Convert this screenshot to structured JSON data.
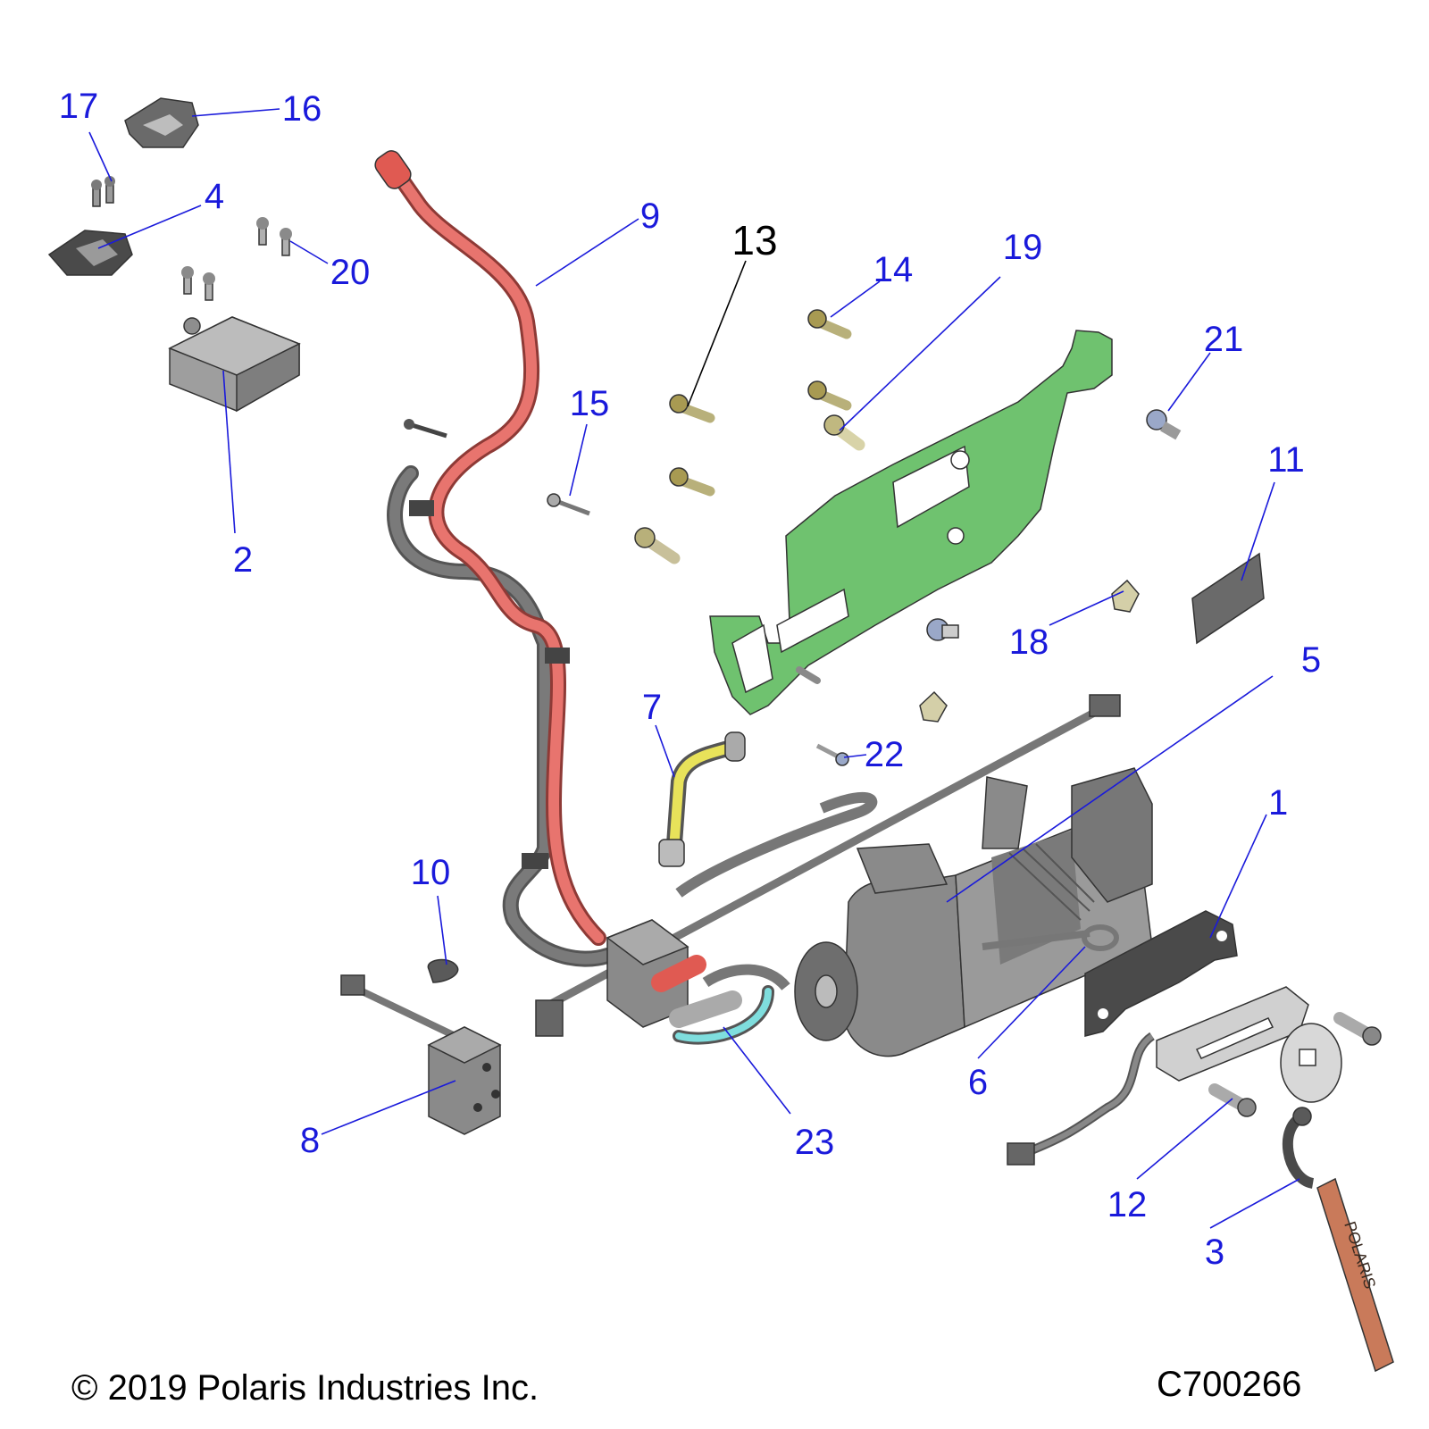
{
  "diagram": {
    "callouts": [
      {
        "id": "1",
        "label": "1"
      },
      {
        "id": "2",
        "label": "2"
      },
      {
        "id": "3",
        "label": "3"
      },
      {
        "id": "4",
        "label": "4"
      },
      {
        "id": "5",
        "label": "5"
      },
      {
        "id": "6",
        "label": "6"
      },
      {
        "id": "7",
        "label": "7"
      },
      {
        "id": "8",
        "label": "8"
      },
      {
        "id": "9",
        "label": "9"
      },
      {
        "id": "10",
        "label": "10"
      },
      {
        "id": "11",
        "label": "11"
      },
      {
        "id": "12",
        "label": "12"
      },
      {
        "id": "13",
        "label": "13"
      },
      {
        "id": "14",
        "label": "14"
      },
      {
        "id": "15",
        "label": "15"
      },
      {
        "id": "16",
        "label": "16"
      },
      {
        "id": "17",
        "label": "17"
      },
      {
        "id": "18",
        "label": "18"
      },
      {
        "id": "19",
        "label": "19"
      },
      {
        "id": "20",
        "label": "20"
      },
      {
        "id": "21",
        "label": "21"
      },
      {
        "id": "22",
        "label": "22"
      },
      {
        "id": "23",
        "label": "23"
      }
    ],
    "colors": {
      "callout": "#1a1adb",
      "plate": "#6fc26f",
      "positive_cable": "#e8746e",
      "ground_cable": "#6b6b6b",
      "yellow_cable": "#e8e25a",
      "cyan_cable": "#7fdede",
      "strap": "#c97a5a",
      "winch_body": "#8a8a8a"
    }
  },
  "footer": {
    "copyright": "© 2019 Polaris Industries Inc.",
    "drawing_number": "C700266"
  },
  "strap_text": "POLARIS"
}
